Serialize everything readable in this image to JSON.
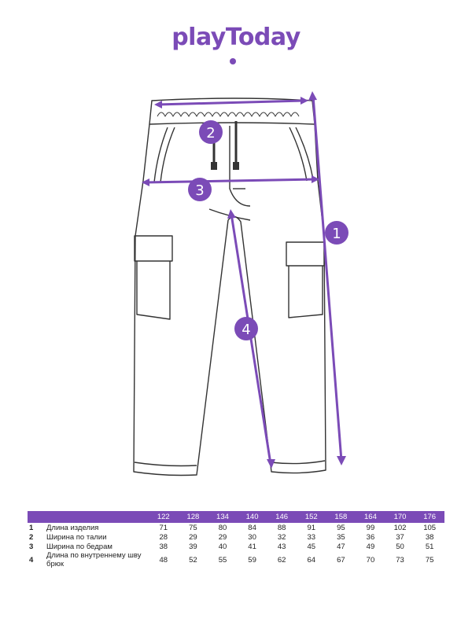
{
  "brand": {
    "logo_text": "playToday",
    "accent": "#7b4bb7"
  },
  "markers": [
    "1",
    "2",
    "3",
    "4"
  ],
  "size_table": {
    "sizes": [
      "122",
      "128",
      "134",
      "140",
      "146",
      "152",
      "158",
      "164",
      "170",
      "176"
    ],
    "rows": [
      {
        "index": "1",
        "label": "Длина изделия",
        "values": [
          "71",
          "75",
          "80",
          "84",
          "88",
          "91",
          "95",
          "99",
          "102",
          "105"
        ]
      },
      {
        "index": "2",
        "label": "Ширина по талии",
        "values": [
          "28",
          "29",
          "29",
          "30",
          "32",
          "33",
          "35",
          "36",
          "37",
          "38"
        ]
      },
      {
        "index": "3",
        "label": "Ширина по бедрам",
        "values": [
          "38",
          "39",
          "40",
          "41",
          "43",
          "45",
          "47",
          "49",
          "50",
          "51"
        ]
      },
      {
        "index": "4",
        "label": "Длина по внутреннему шву брюк",
        "values": [
          "48",
          "52",
          "55",
          "59",
          "62",
          "64",
          "67",
          "70",
          "73",
          "75"
        ]
      }
    ]
  }
}
